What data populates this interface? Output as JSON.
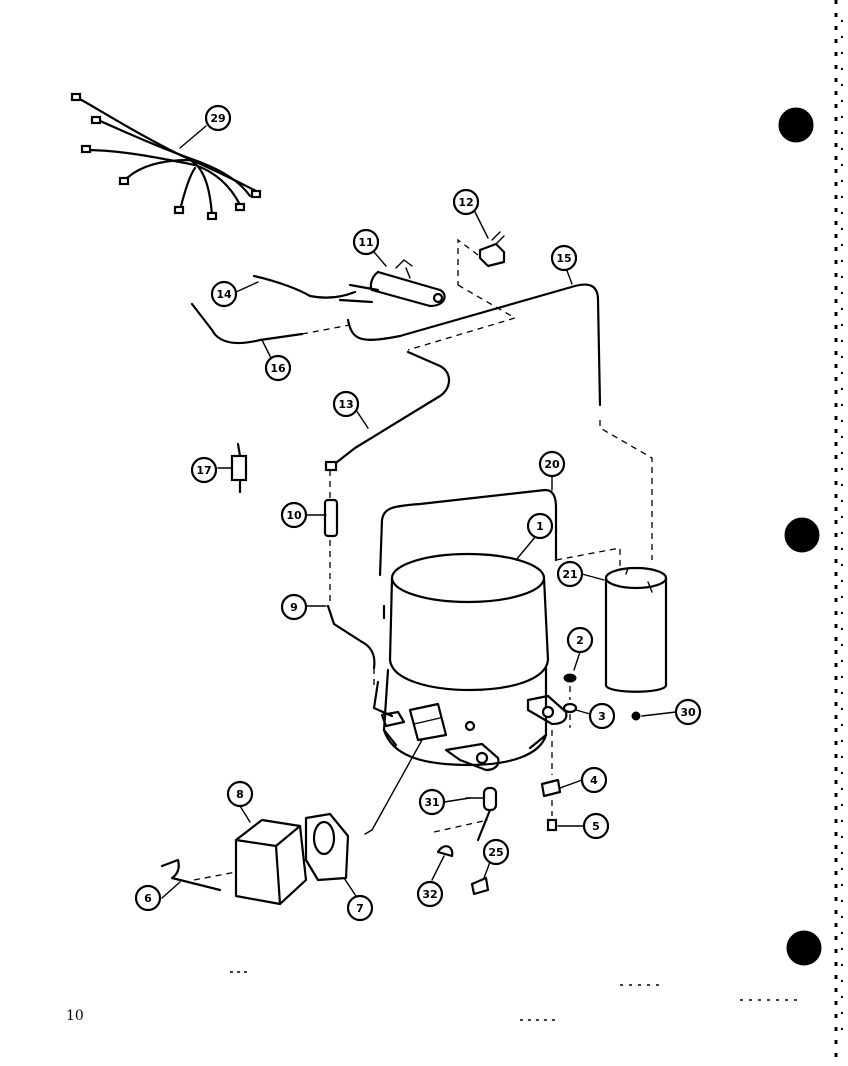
{
  "page": {
    "page_number": "10"
  },
  "callouts": [
    {
      "id": "29a",
      "label": "29"
    },
    {
      "id": "12",
      "label": "12"
    },
    {
      "id": "11",
      "label": "11"
    },
    {
      "id": "15",
      "label": "15"
    },
    {
      "id": "14",
      "label": "14"
    },
    {
      "id": "16",
      "label": "16"
    },
    {
      "id": "13",
      "label": "13"
    },
    {
      "id": "17",
      "label": "17"
    },
    {
      "id": "20",
      "label": "20"
    },
    {
      "id": "1",
      "label": "1"
    },
    {
      "id": "10",
      "label": "10"
    },
    {
      "id": "21",
      "label": "21"
    },
    {
      "id": "9",
      "label": "9"
    },
    {
      "id": "2",
      "label": "2"
    },
    {
      "id": "3",
      "label": "3"
    },
    {
      "id": "30",
      "label": "30"
    },
    {
      "id": "4",
      "label": "4"
    },
    {
      "id": "5",
      "label": "5"
    },
    {
      "id": "8",
      "label": "8"
    },
    {
      "id": "31",
      "label": "31"
    },
    {
      "id": "25",
      "label": "25"
    },
    {
      "id": "7",
      "label": "7"
    },
    {
      "id": "6",
      "label": "6"
    },
    {
      "id": "32",
      "label": "32"
    }
  ]
}
